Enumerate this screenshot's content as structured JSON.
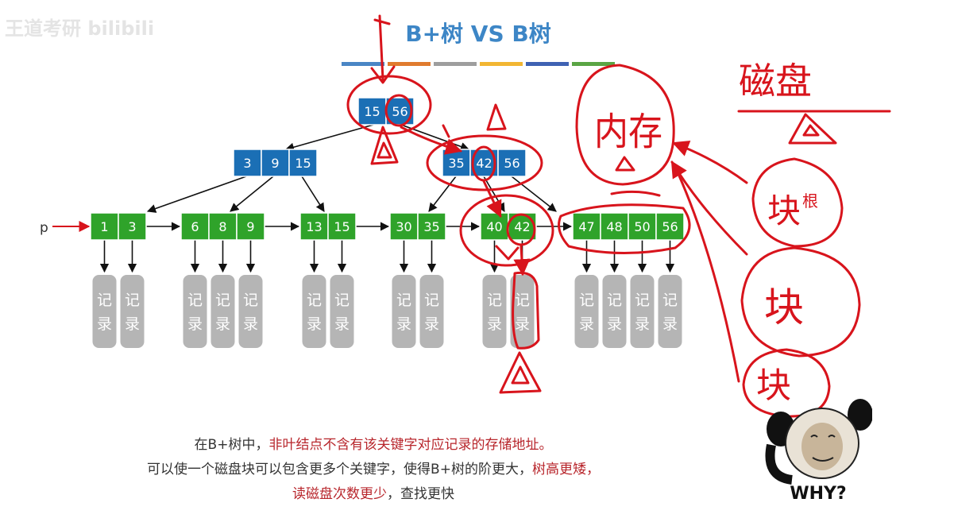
{
  "watermark": "王道考研 bilibili",
  "title": "B+树 VS B树",
  "title_bar_colors": [
    "#4a86c5",
    "#e07b2e",
    "#9e9e9e",
    "#f2b632",
    "#3f62b3",
    "#5aa544"
  ],
  "root_node": {
    "keys": [
      "15",
      "56"
    ]
  },
  "internal_nodes": [
    {
      "keys": [
        "3",
        "9",
        "15"
      ]
    },
    {
      "keys": [
        "35",
        "42",
        "56"
      ]
    }
  ],
  "pointer_label": "p",
  "leaf_nodes": [
    {
      "keys": [
        "1",
        "3"
      ]
    },
    {
      "keys": [
        "6",
        "8",
        "9"
      ]
    },
    {
      "keys": [
        "13",
        "15"
      ]
    },
    {
      "keys": [
        "30",
        "35"
      ]
    },
    {
      "keys": [
        "40",
        "42"
      ]
    },
    {
      "keys": [
        "47",
        "48",
        "50",
        "56"
      ]
    }
  ],
  "record_label": [
    "记",
    "录"
  ],
  "colors": {
    "internal_node": "#1b6fb5",
    "leaf_node": "#2fa32a",
    "record": "#b5b5b5",
    "annotation_red": "#d8141c",
    "text_red": "#b8262c"
  },
  "caption": {
    "line1_prefix": "在B+树中，",
    "line1_red": "非叶结点不含有该关键字对应记录的存储地址。",
    "line2": "可以使一个磁盘块可以包含更多个关键字，使得B+树的阶更大，",
    "line2_red": "树高更矮，",
    "line3_red": "读磁盘次数更少",
    "line3_suffix": "，查找更快"
  },
  "handwriting": {
    "disk": "磁盘",
    "memory": "内存",
    "block1": "块",
    "block1_small": "根",
    "block2": "块",
    "block3": "块"
  },
  "meme_text": "WHY?"
}
